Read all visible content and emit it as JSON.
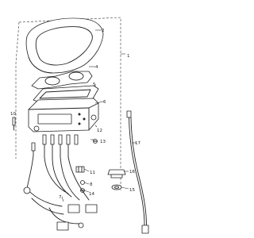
{
  "callouts": {
    "c1": "1",
    "c2": "2",
    "c4": "4",
    "c5": "5",
    "c6": "6",
    "c7": "7",
    "c8": "8",
    "c10": "10",
    "c11": "11",
    "c12": "12",
    "c13": "13",
    "c14": "14",
    "c15": "15",
    "c16": "16",
    "c17": "17"
  }
}
